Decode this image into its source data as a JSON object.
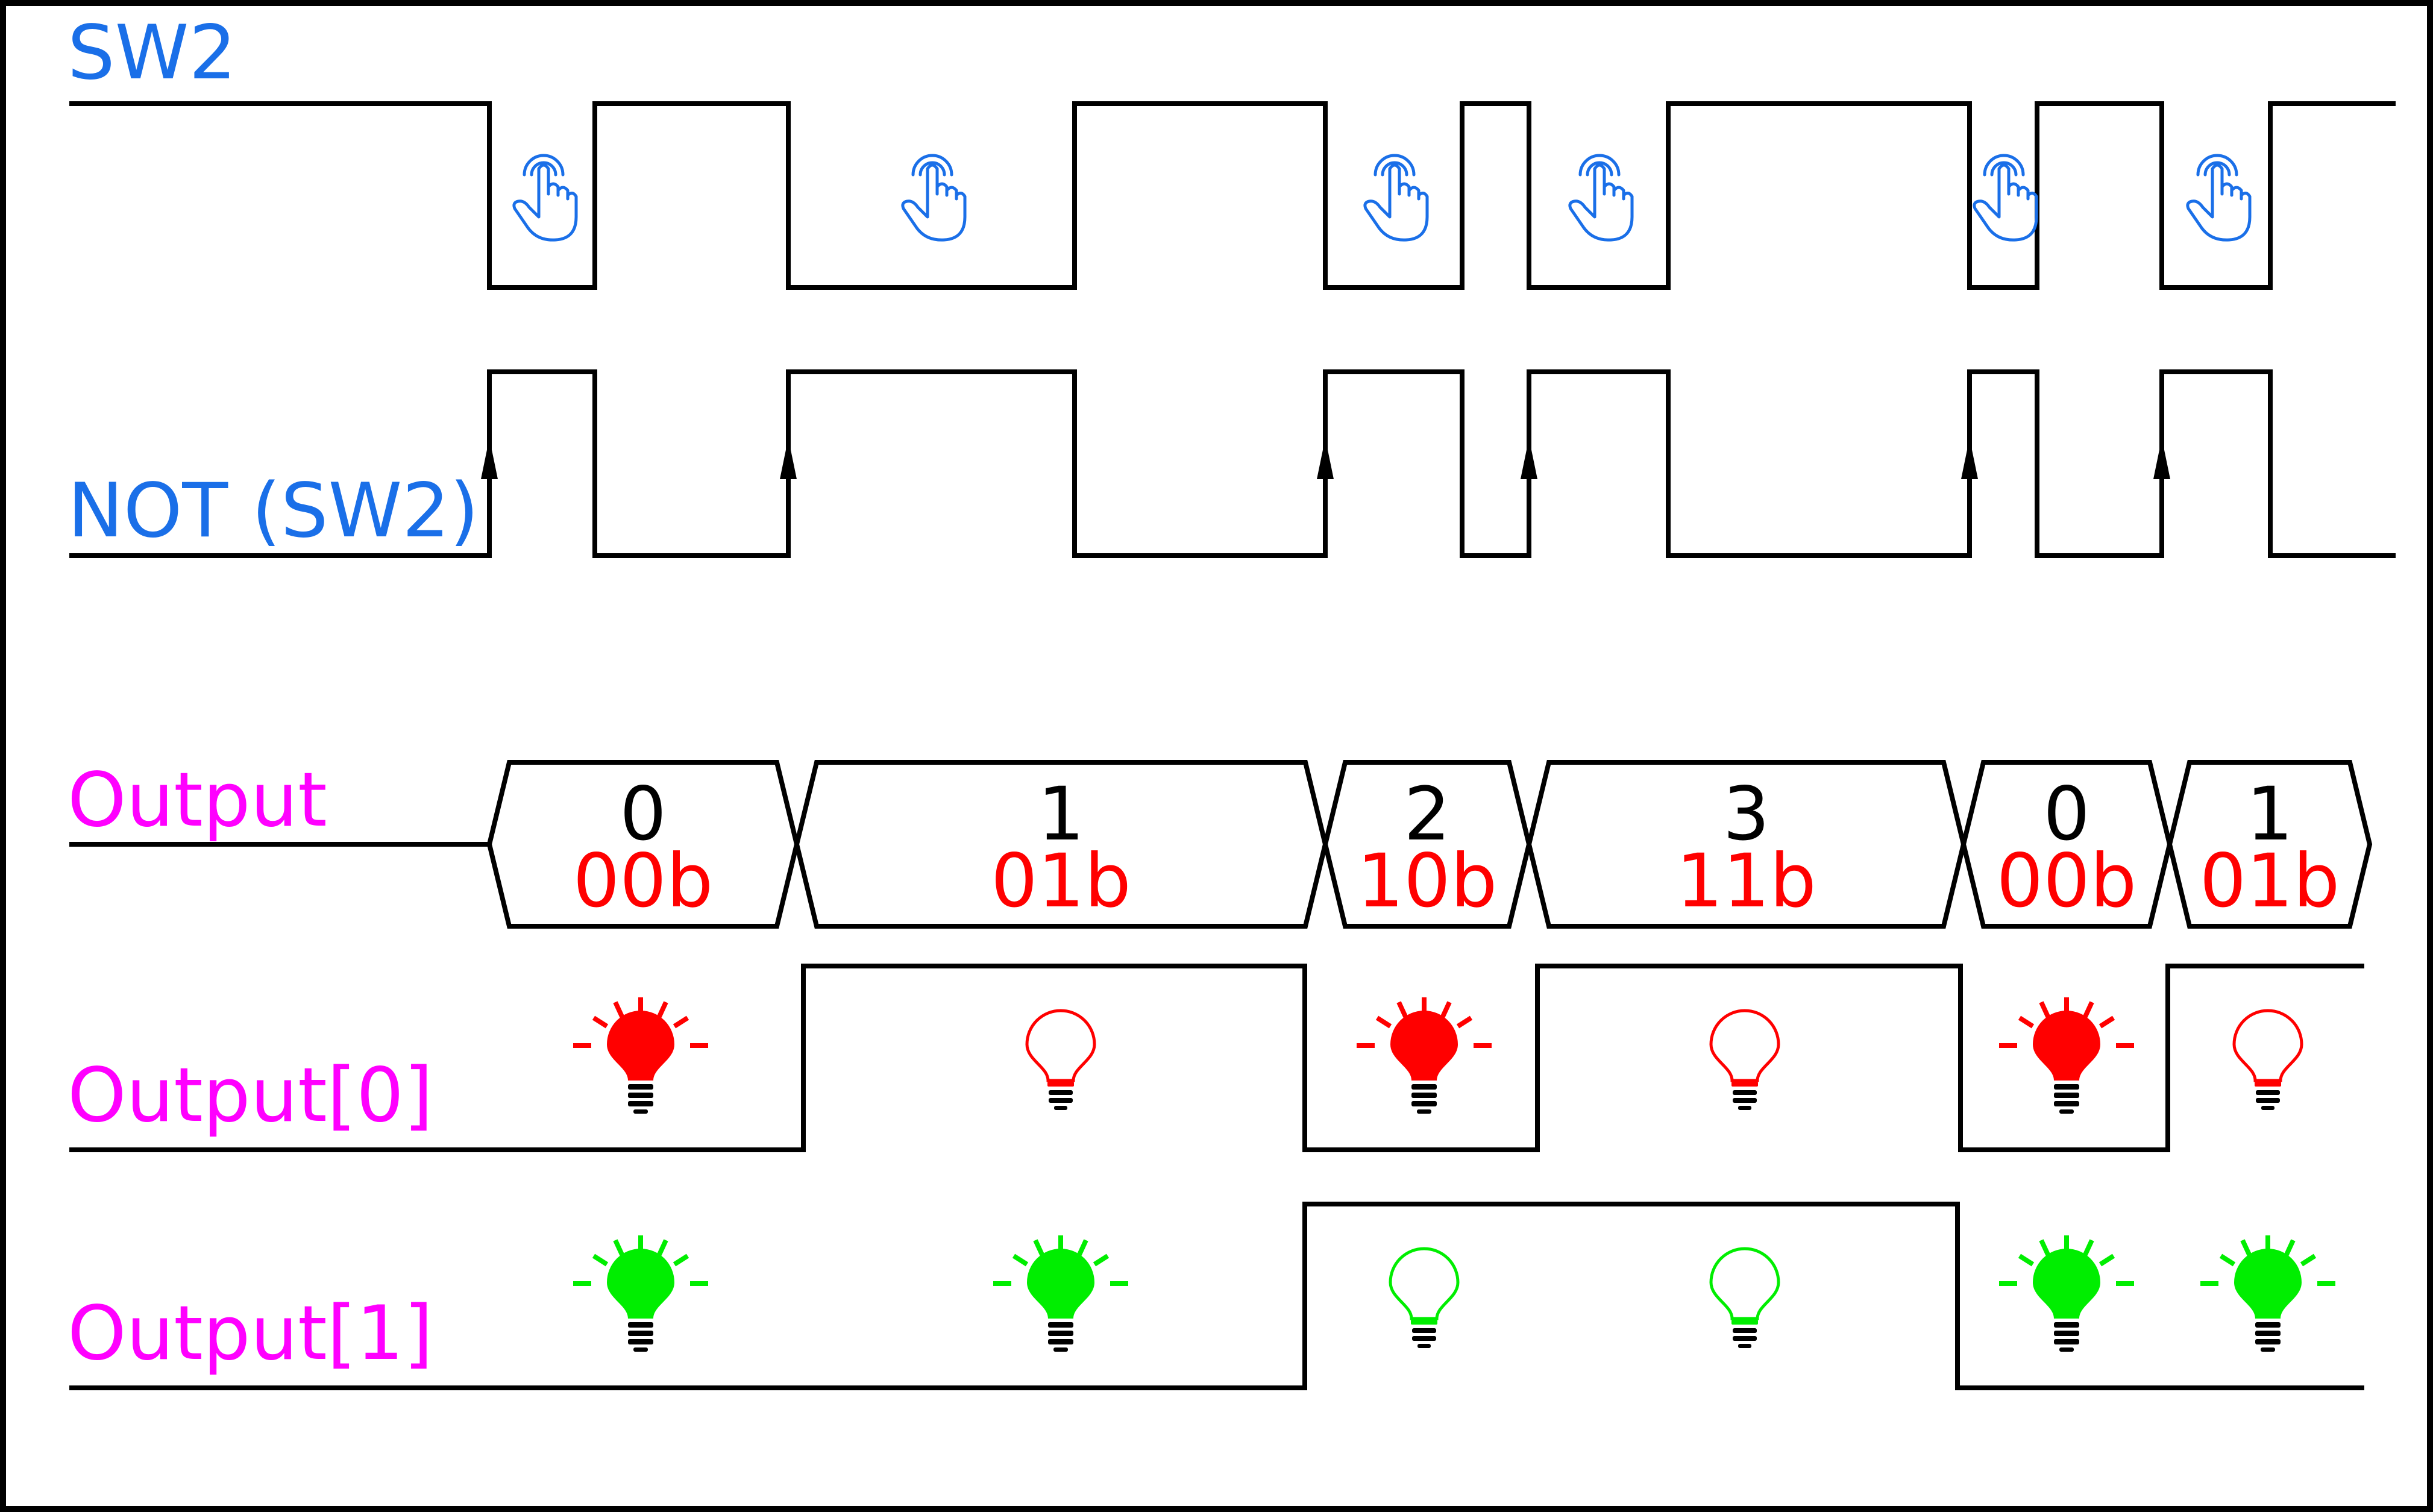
{
  "signals": {
    "sw2": {
      "label": "SW2"
    },
    "not_sw2": {
      "label": "NOT (SW2)"
    },
    "output": {
      "label": "Output"
    },
    "output0": {
      "label": "Output[0]"
    },
    "output1": {
      "label": "Output[1]"
    }
  },
  "colors": {
    "signal_label_blue": "#1a6fe8",
    "output_label_magenta": "#ff00ff",
    "binary_red": "#ff0000",
    "bulb_red": "#ff0000",
    "bulb_green": "#00ee00",
    "hand_blue": "#1a6fe8",
    "wave": "#000000"
  },
  "press_icon": "pointing-hand-press-icon",
  "output_values": [
    {
      "decimal": "0",
      "binary": "00b"
    },
    {
      "decimal": "1",
      "binary": "01b"
    },
    {
      "decimal": "2",
      "binary": "10b"
    },
    {
      "decimal": "3",
      "binary": "11b"
    },
    {
      "decimal": "0",
      "binary": "00b"
    },
    {
      "decimal": "1",
      "binary": "01b"
    }
  ],
  "bulbs_output0": [
    true,
    false,
    true,
    false,
    true,
    false
  ],
  "bulbs_output1": [
    true,
    true,
    false,
    false,
    true,
    true
  ]
}
